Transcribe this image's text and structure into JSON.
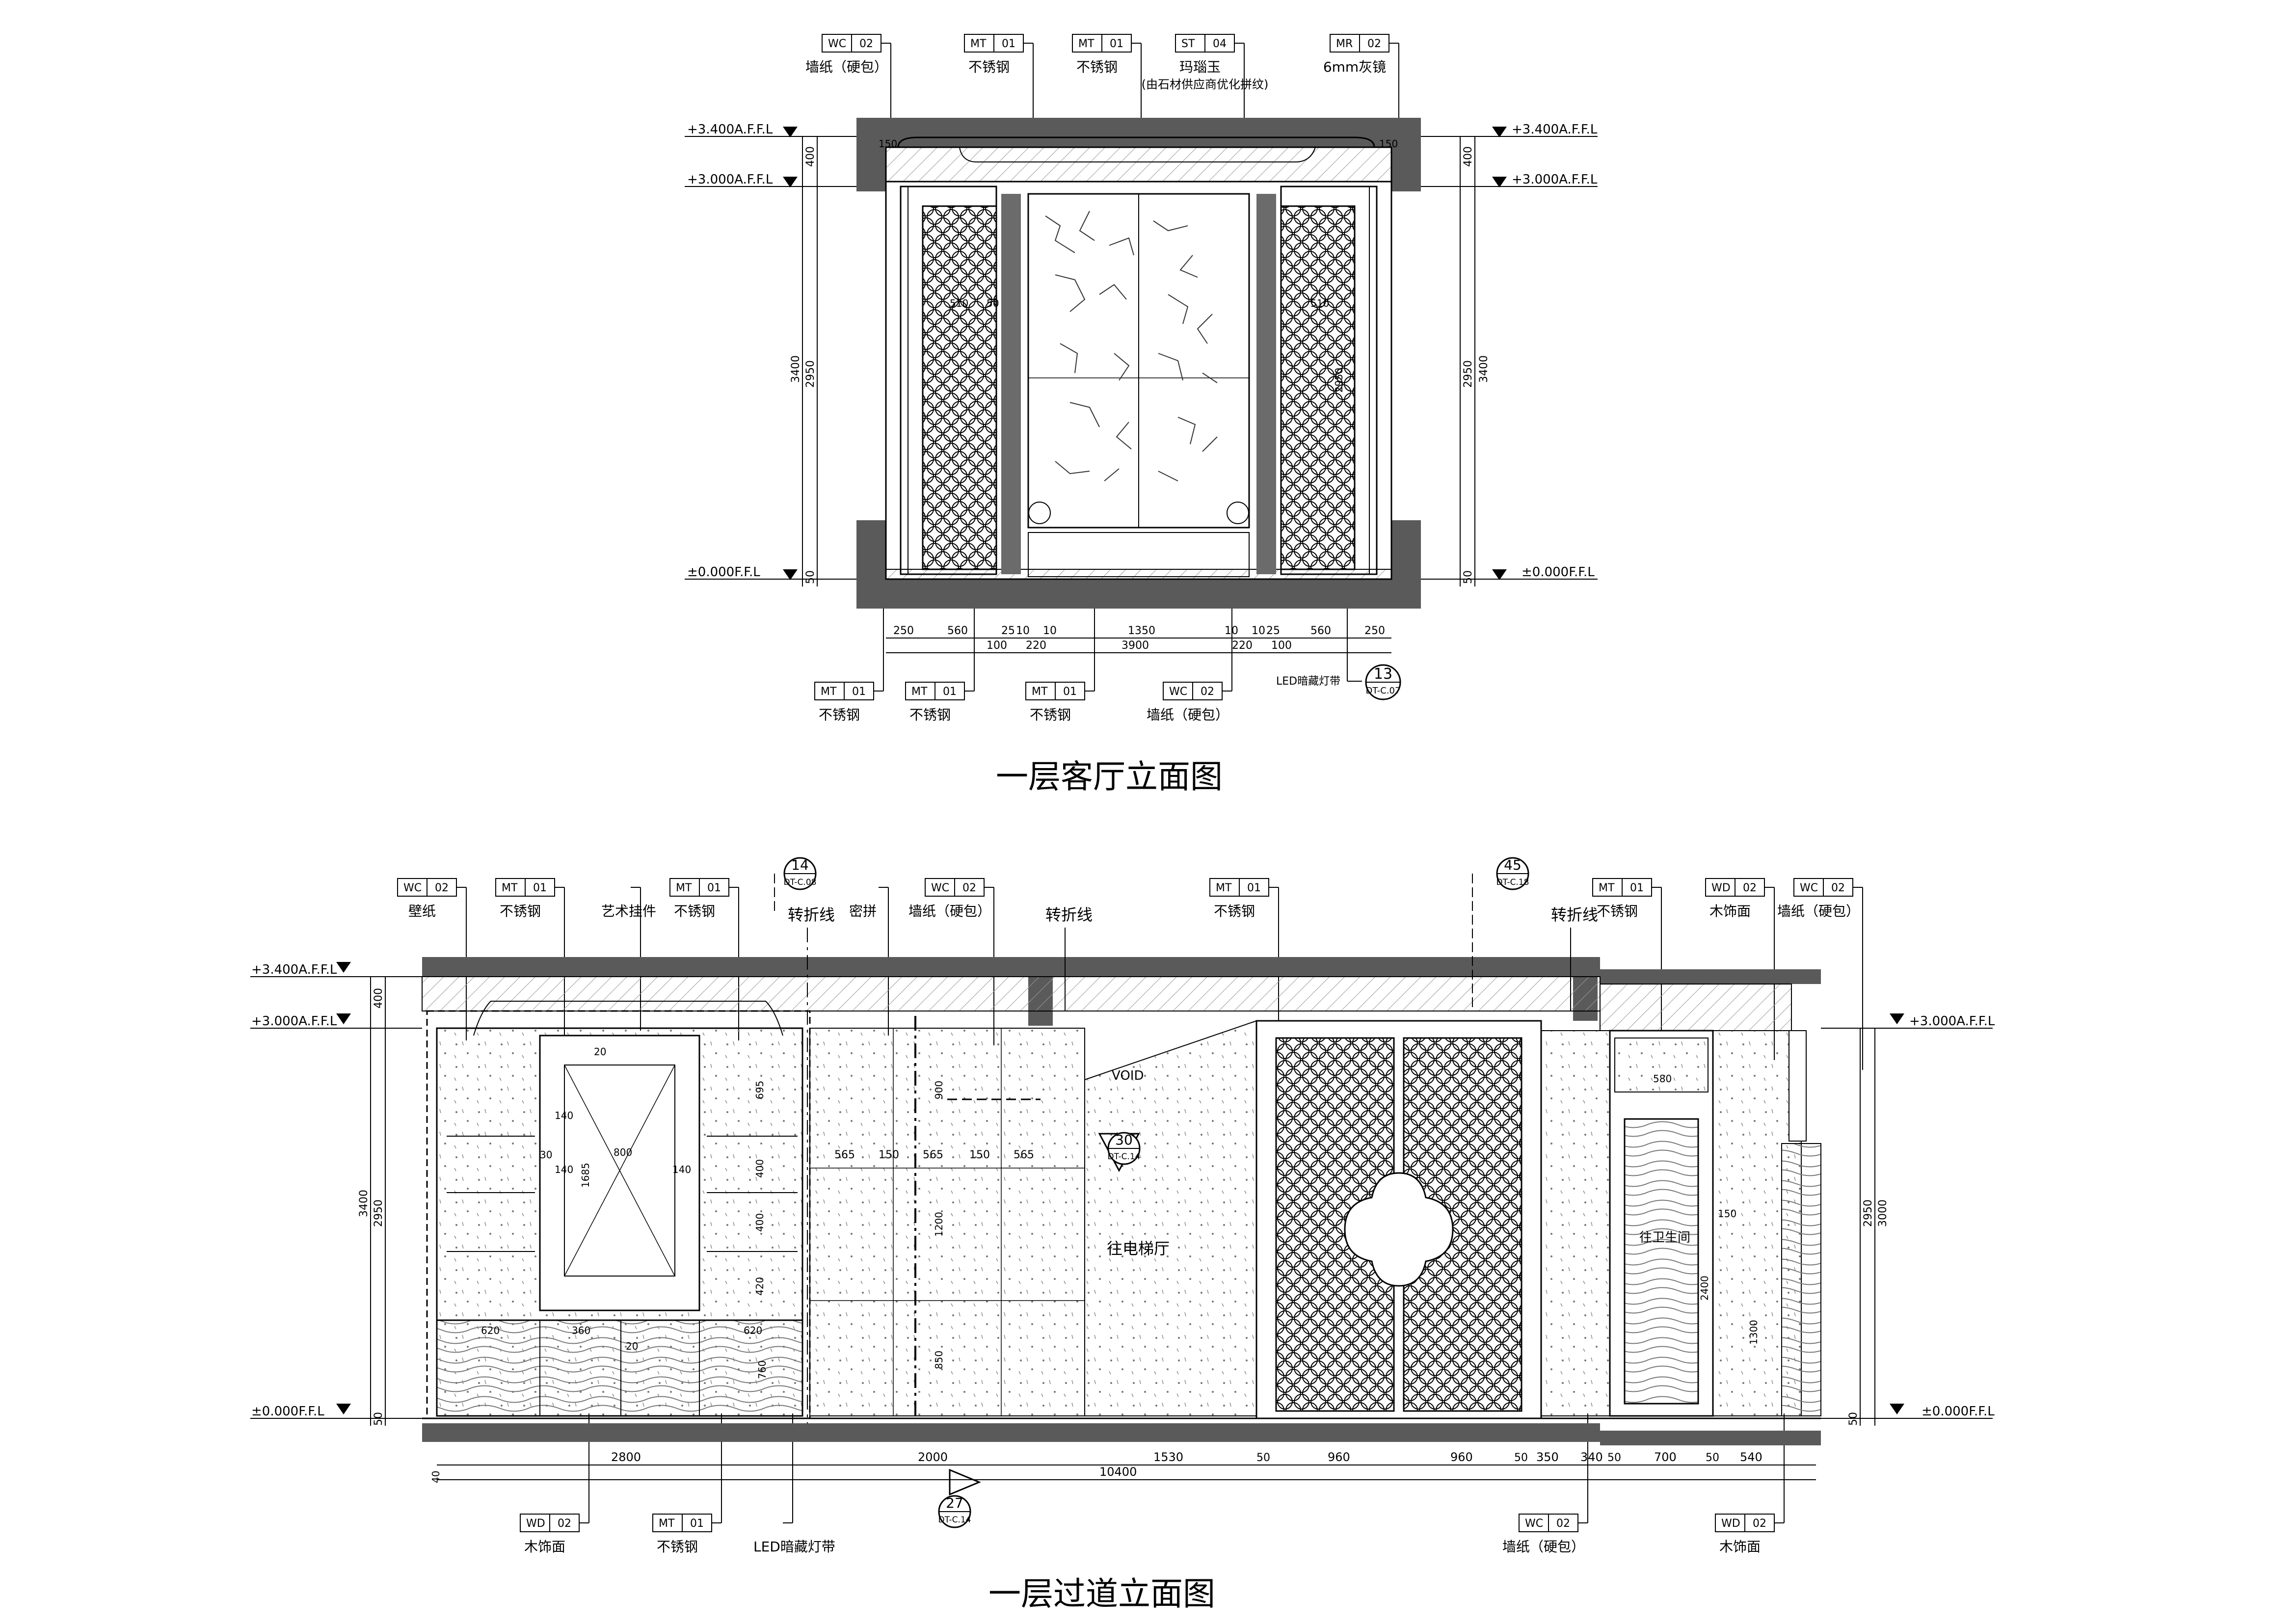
{
  "drawings": [
    {
      "title": "一层客厅立面图",
      "tags_top": [
        {
          "code": "WC",
          "num": "02",
          "text": "墙纸（硬包）"
        },
        {
          "code": "MT",
          "num": "01",
          "text": "不锈钢"
        },
        {
          "code": "MT",
          "num": "01",
          "text": "不锈钢"
        },
        {
          "code": "ST",
          "num": "04",
          "text": "玛瑙玉",
          "note": "(由石材供应商优化拼纹)"
        },
        {
          "code": "MR",
          "num": "02",
          "text": "6mm灰镜"
        }
      ],
      "tags_bottom": [
        {
          "code": "MT",
          "num": "01",
          "text": "不锈钢"
        },
        {
          "code": "MT",
          "num": "01",
          "text": "不锈钢"
        },
        {
          "code": "MT",
          "num": "01",
          "text": "不锈钢"
        },
        {
          "code": "WC",
          "num": "02",
          "text": "墙纸（硬包）"
        }
      ],
      "led_label": "LED暗藏灯带",
      "levels": [
        "+3.400A.F.F.L",
        "+3.000A.F.F.L",
        "±0.000F.F.L"
      ],
      "vdims": [
        "400",
        "2950",
        "3400",
        "50"
      ],
      "vdims_right": [
        "400",
        "2950",
        "3400",
        "50"
      ],
      "hdims_row1": [
        "250",
        "560",
        "25",
        "10",
        "10",
        "1350",
        "10",
        "10",
        "25",
        "560",
        "250"
      ],
      "hdims_row2": [
        "100",
        "220",
        "220",
        "100"
      ],
      "hdim_total": "3900",
      "inner_dims": [
        "150",
        "150",
        "510",
        "50",
        "510",
        "2950"
      ],
      "ref": {
        "num": "13",
        "sheet": "DT-C.07"
      }
    },
    {
      "title": "一层过道立面图",
      "tags_top": [
        {
          "code": "WC",
          "num": "02",
          "text": "壁纸"
        },
        {
          "code": "MT",
          "num": "01",
          "text": "不锈钢"
        },
        {
          "code": "",
          "num": "",
          "text": "艺术挂件"
        },
        {
          "code": "MT",
          "num": "01",
          "text": "不锈钢"
        },
        {
          "code": "",
          "num": "",
          "text": "密拼"
        },
        {
          "code": "WC",
          "num": "02",
          "text": "墙纸（硬包）"
        },
        {
          "code": "MT",
          "num": "01",
          "text": "不锈钢"
        },
        {
          "code": "MT",
          "num": "01",
          "text": "不锈钢"
        },
        {
          "code": "WD",
          "num": "02",
          "text": "木饰面"
        },
        {
          "code": "WC",
          "num": "02",
          "text": "墙纸（硬包）"
        }
      ],
      "break_labels": [
        "转折线",
        "转折线",
        "转折线"
      ],
      "refs": [
        {
          "num": "14",
          "sheet": "DT-C.08"
        },
        {
          "num": "45",
          "sheet": "DT-C.18"
        },
        {
          "num": "30",
          "sheet": "DT-C.14"
        },
        {
          "num": "27",
          "sheet": "DT-C.14"
        }
      ],
      "tags_bottom": [
        {
          "code": "WD",
          "num": "02",
          "text": "木饰面"
        },
        {
          "code": "MT",
          "num": "01",
          "text": "不锈钢"
        },
        {
          "code": "",
          "num": "",
          "text": "LED暗藏灯带"
        },
        {
          "code": "WC",
          "num": "02",
          "text": "墙纸（硬包）"
        },
        {
          "code": "WD",
          "num": "02",
          "text": "木饰面"
        }
      ],
      "levels_left": [
        "+3.400A.F.F.L",
        "+3.000A.F.F.L",
        "±0.000F.F.L"
      ],
      "levels_right": [
        "+3.000A.F.F.L",
        "±0.000F.F.L"
      ],
      "vdims_left": [
        "400",
        "2950",
        "3400",
        "50"
      ],
      "vdims_right": [
        "2950",
        "3000",
        "50"
      ],
      "room_labels": [
        "往电梯厅",
        "往卫生间",
        "VOID"
      ],
      "hdims_row1": [
        "2800",
        "2000",
        "1530",
        "50",
        "960",
        "960",
        "50",
        "350",
        "340",
        "50",
        "700",
        "50",
        "540"
      ],
      "hdim_total": "10400",
      "hdim_small": [
        "40"
      ],
      "inner_dims": [
        "695",
        "400",
        "400",
        "420",
        "1685",
        "800",
        "140",
        "140",
        "140",
        "20",
        "30",
        "620",
        "360",
        "620",
        "760",
        "565",
        "150",
        "565",
        "150",
        "565",
        "900",
        "1200",
        "850",
        "580",
        "150",
        "2400",
        "1300",
        "20"
      ]
    }
  ],
  "colors": {
    "ink": "#000000",
    "wall": "#5a5a5a",
    "paper": "#ffffff",
    "hatch": "#bdbdbd"
  }
}
